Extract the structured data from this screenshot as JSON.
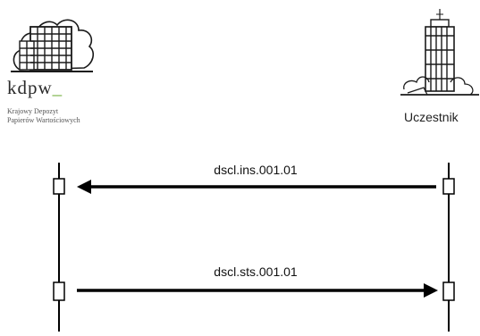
{
  "participants": {
    "left": {
      "logo_name": "kdpw",
      "logo_suffix": "_",
      "caption_line1": "Krajowy Depozyt",
      "caption_line2": "Papierów Wartościowych"
    },
    "right": {
      "label": "Uczestnik"
    }
  },
  "messages": [
    {
      "label": "dscl.ins.001.01",
      "direction": "right-to-left"
    },
    {
      "label": "dscl.sts.001.01",
      "direction": "left-to-right"
    }
  ],
  "colors": {
    "line": "#000000",
    "logo_accent": "#6fae3a"
  }
}
